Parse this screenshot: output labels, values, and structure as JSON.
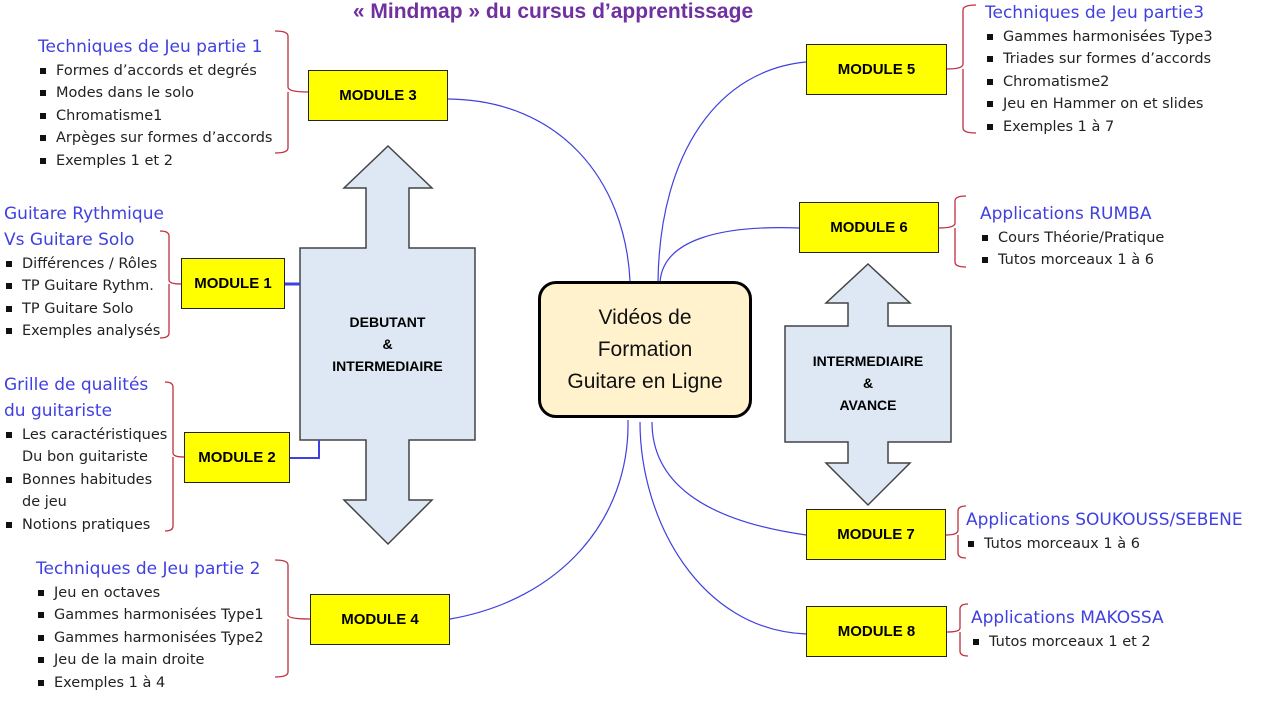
{
  "title": "« Mindmap » du cursus d’apprentissage",
  "center": {
    "lines": [
      "Vidéos de",
      "Formation",
      "Guitare en Ligne"
    ]
  },
  "levels": {
    "left": [
      "DEBUTANT",
      "&",
      "INTERMEDIAIRE"
    ],
    "right": [
      "INTERMEDIAIRE",
      "&",
      "AVANCE"
    ]
  },
  "modules": {
    "m1": "MODULE 1",
    "m2": "MODULE 2",
    "m3": "MODULE 3",
    "m4": "MODULE 4",
    "m5": "MODULE 5",
    "m6": "MODULE 6",
    "m7": "MODULE 7",
    "m8": "MODULE 8"
  },
  "blocks": {
    "m1": {
      "heading": [
        "Guitare Rythmique",
        "Vs Guitare Solo"
      ],
      "items": [
        "Différences / Rôles",
        "TP Guitare Rythm.",
        "TP Guitare Solo",
        "Exemples analysés"
      ]
    },
    "m2": {
      "heading": [
        "Grille de qualités",
        "du guitariste"
      ],
      "items": [
        "Les caractéristiques",
        "Du bon guitariste",
        "Bonnes habitudes",
        "de jeu",
        "Notions pratiques"
      ]
    },
    "m3": {
      "heading": "Techniques de Jeu partie 1",
      "items": [
        "Formes d’accords et degrés",
        "Modes dans le solo",
        "Chromatisme1",
        "Arpèges sur formes d’accords",
        "Exemples 1 et 2"
      ]
    },
    "m4": {
      "heading": "Techniques de Jeu partie 2",
      "items": [
        "Jeu en octaves",
        "Gammes harmonisées Type1",
        "Gammes harmonisées Type2",
        "Jeu de la main droite",
        "Exemples 1 à 4"
      ]
    },
    "m5": {
      "heading": "Techniques de Jeu partie3",
      "items": [
        "Gammes harmonisées Type3",
        "Triades sur formes d’accords",
        "Chromatisme2",
        "Jeu en Hammer on et slides",
        "Exemples 1 à 7"
      ]
    },
    "m6": {
      "heading": "Applications RUMBA",
      "items": [
        "Cours Théorie/Pratique",
        "Tutos morceaux 1 à 6"
      ]
    },
    "m7": {
      "heading": "Applications SOUKOUSS/SEBENE",
      "items": [
        "Tutos morceaux 1 à 6"
      ]
    },
    "m8": {
      "heading": "Applications MAKOSSA",
      "items": [
        "Tutos morceaux 1 et 2"
      ]
    }
  },
  "colors": {
    "title": "#7030a0",
    "heading": "#4040e0",
    "module": "#ffff00",
    "center": "#fff2cc",
    "arrow": "#dde8f4",
    "bracket": "#c03040",
    "connector": "#4040e0"
  }
}
